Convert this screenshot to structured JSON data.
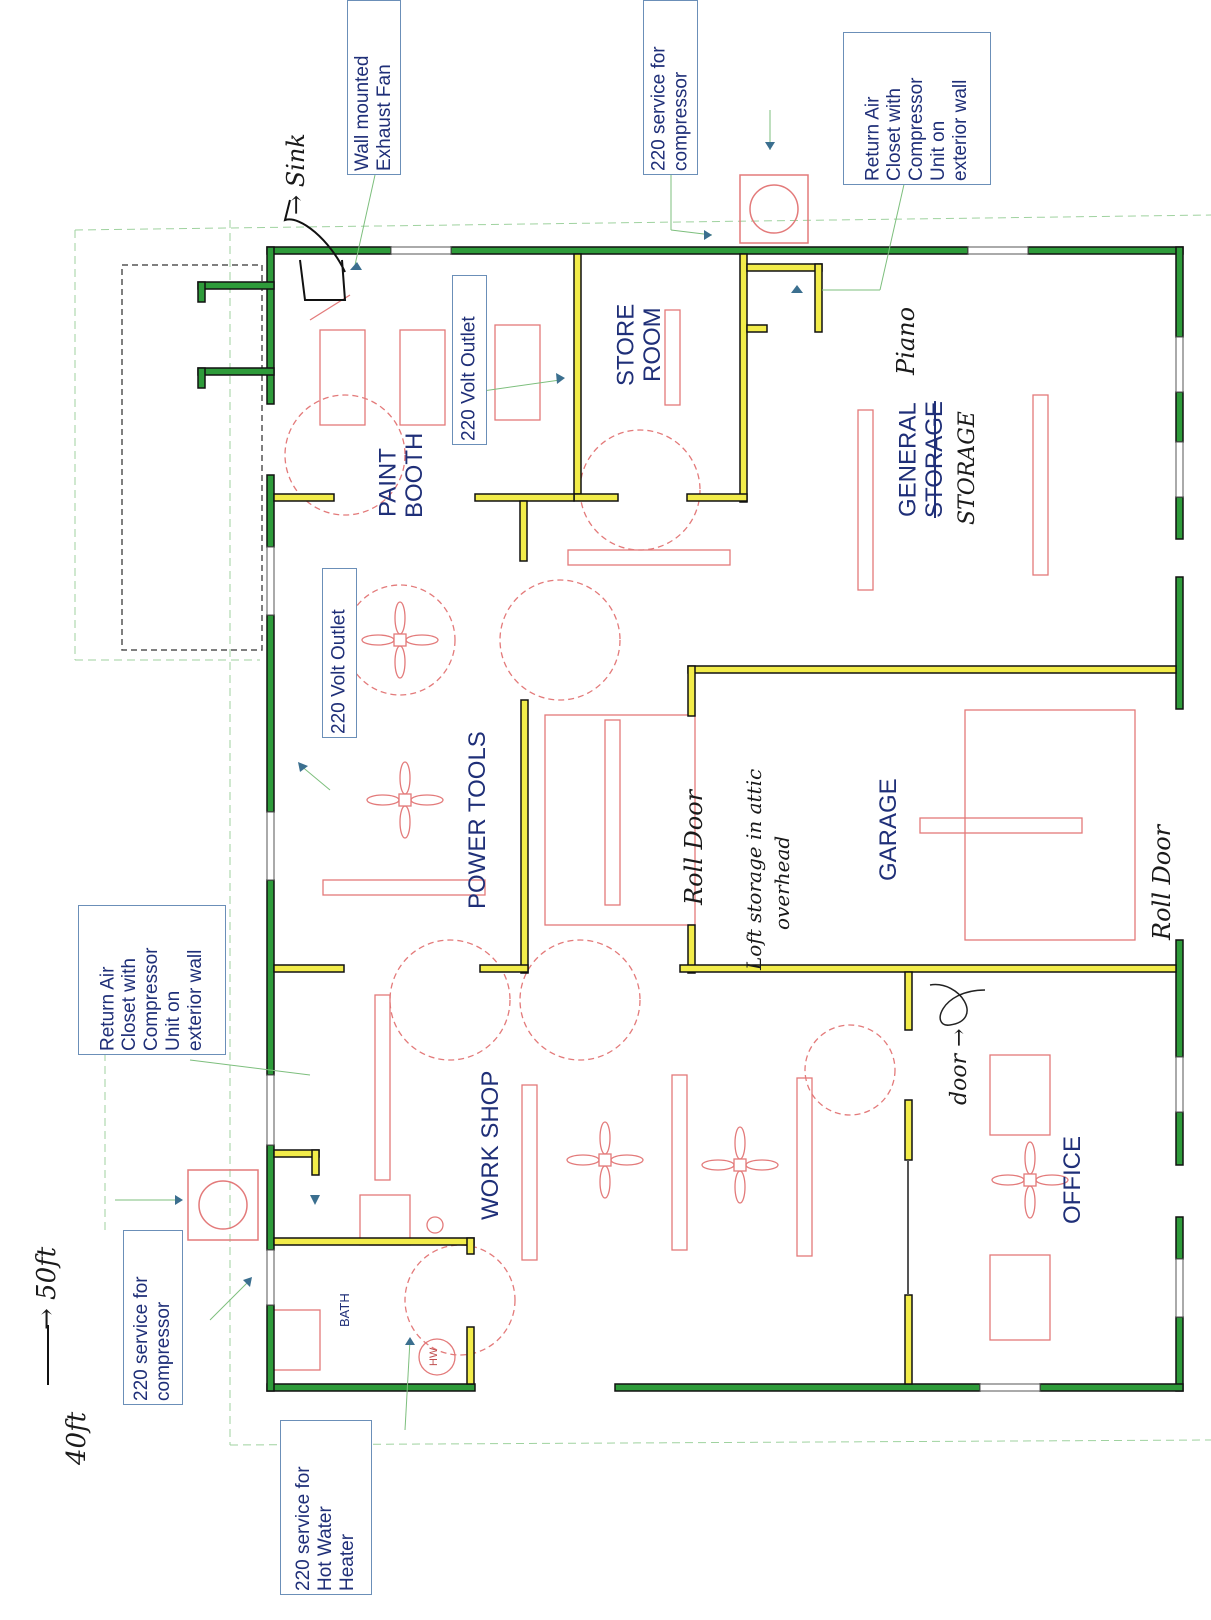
{
  "callouts": {
    "exhaust_fan": [
      "Wall mounted",
      "Exhaust Fan"
    ],
    "service_compressor_top": [
      "220 service for",
      "compressor"
    ],
    "return_air_top": [
      "Return Air",
      "Closet  with",
      "Compressor",
      "Unit on",
      "exterior wall"
    ],
    "outlet_paint": "220 Volt Outlet",
    "outlet_tools": "220 Volt Outlet",
    "return_air_left": [
      "Return Air",
      "Closet  with",
      "Compressor",
      "Unit on",
      "exterior wall"
    ],
    "service_compressor_left": [
      "220 service for",
      "compressor"
    ],
    "service_water_heater": [
      "220 service for",
      "Hot Water",
      "Heater"
    ]
  },
  "rooms": {
    "paint_booth": [
      "PAINT",
      "BOOTH"
    ],
    "store_room": [
      "STORE",
      "ROOM"
    ],
    "general_storage": [
      "GENERAL",
      "STORAGE"
    ],
    "power_tools": "POWER TOOLS",
    "garage": "GARAGE",
    "work_shop": "WORK SHOP",
    "office": "OFFICE",
    "bath": "BATH",
    "water_heater": "HW"
  },
  "handwritten": {
    "sink": "→ Sink",
    "piano": "Piano",
    "storage": "STORAGE",
    "roll_door_1": "Roll Door",
    "loft_storage": "Loft storage in attic",
    "overhead": "overhead",
    "roll_door_2": "Roll Door",
    "door": "door →",
    "dim_50ft": "→ 50ft",
    "dim_40ft": "40ft"
  },
  "colors": {
    "exterior_wall": "#2e9b3a",
    "interior_wall": "#f2ec4a",
    "fixtures": "#e37a7a",
    "label_text": "#1f2f78"
  }
}
